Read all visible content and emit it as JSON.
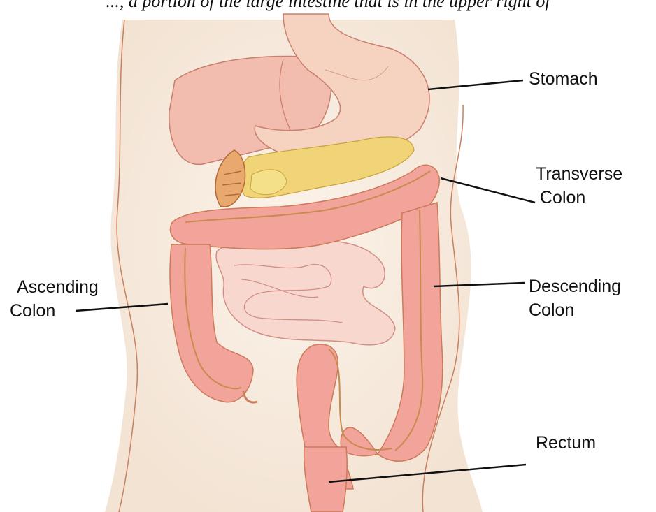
{
  "caption_fragment": "..., a portion of the large intestine that is in the upper right of",
  "labels": {
    "stomach": "Stomach",
    "transverse_colon": [
      "Transverse",
      "Colon"
    ],
    "ascending_colon": [
      "Ascending",
      "Colon"
    ],
    "descending_colon": [
      "Descending",
      "Colon"
    ],
    "rectum": "Rectum"
  },
  "colors": {
    "skin": "#f8ece0",
    "body_outline": "#c9805f",
    "liver": "#f2bcae",
    "stomach": "#f6d2c0",
    "pancreas": "#f0d477",
    "intestine": "#f2a39a",
    "intestine_shadow": "#e0584e",
    "small_intestine": "#f8d7cf",
    "leader_line": "#111111"
  }
}
